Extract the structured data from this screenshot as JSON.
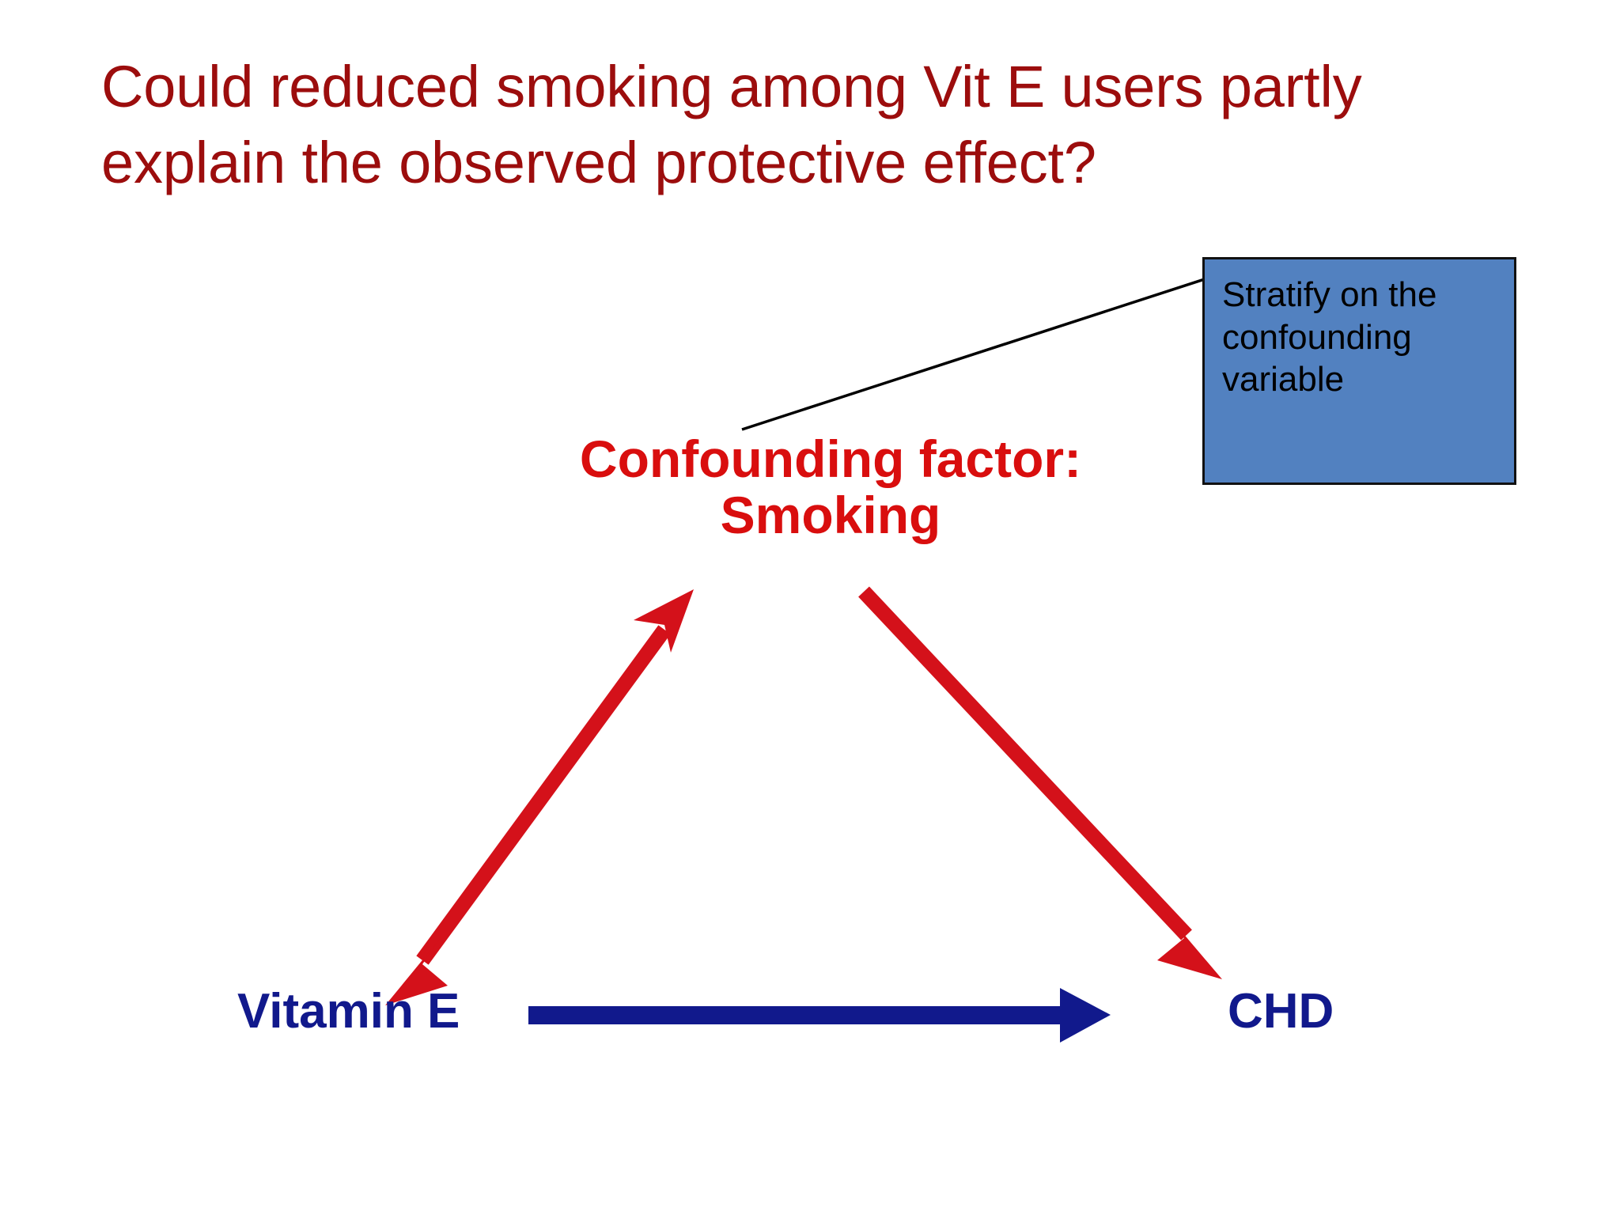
{
  "slide": {
    "background_color": "#ffffff",
    "title": "Could reduced smoking among Vit E users partly\nexplain the observed protective effect?",
    "title_color": "#9c0d0d"
  },
  "diagram": {
    "type": "confounding-triangle",
    "nodes": {
      "confounder": {
        "label": "Confounding factor:\nSmoking",
        "color": "#d90e0e",
        "role": "confounder"
      },
      "exposure": {
        "label": "Vitamin E",
        "color": "#11198c",
        "role": "exposure"
      },
      "outcome": {
        "label": "CHD",
        "color": "#11198c",
        "role": "outcome"
      }
    },
    "edges": [
      {
        "name": "exposure-confounder-edge",
        "from": "exposure",
        "to": "confounder",
        "color": "#d4111a",
        "style": "double-headed",
        "thickness": 18
      },
      {
        "name": "confounder-outcome-edge",
        "from": "confounder",
        "to": "outcome",
        "color": "#d4111a",
        "style": "single-headed",
        "thickness": 18
      },
      {
        "name": "exposure-outcome-edge",
        "from": "exposure",
        "to": "outcome",
        "color": "#11198c",
        "style": "single-headed",
        "thickness": 22
      }
    ],
    "connector": {
      "name": "callout-connector-line",
      "color": "#000000",
      "thickness": 3,
      "from": "confounder",
      "to": "callout"
    }
  },
  "callout": {
    "text": "Stratify on the\nconfounding\nvariable",
    "background_color": "#5281c0",
    "border_color": "#111111",
    "text_color": "#000000"
  }
}
